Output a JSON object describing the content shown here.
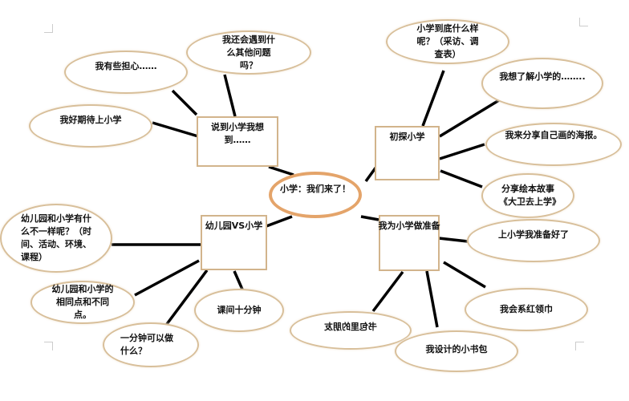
{
  "center": "小学：我们来了！",
  "branches": {
    "thoughts": {
      "title": "说到小学我想到……",
      "items": [
        "我有些担心……",
        "我还会遇到什么其他问题吗？",
        "我好期待上小学"
      ]
    },
    "explore": {
      "title": "初探小学",
      "items": [
        "小学到底什么样呢？（采访、调查表）",
        "我想了解小学的……..",
        "我来分享自己画的海报。",
        "分享绘本故事《大卫去上学》"
      ]
    },
    "compare": {
      "title": "幼儿园VS小学",
      "items": [
        "幼儿园和小学有什么不一样呢？（时间、活动、环境、课程）",
        "幼儿园和小学的相同点和不同点。",
        "课间十分钟",
        "一分钟可以做什么？"
      ]
    },
    "prepare": {
      "title": "我为小学做准备",
      "items": [
        "上小学我准备好了",
        "我会系红领巾",
        "书包里的朋友",
        "我设计的小书包"
      ]
    }
  },
  "colors": {
    "box_border": "#d2b48c",
    "ellipse_border": "#d8bf9a",
    "center_border": "#e4a46a",
    "line": "#000000"
  }
}
